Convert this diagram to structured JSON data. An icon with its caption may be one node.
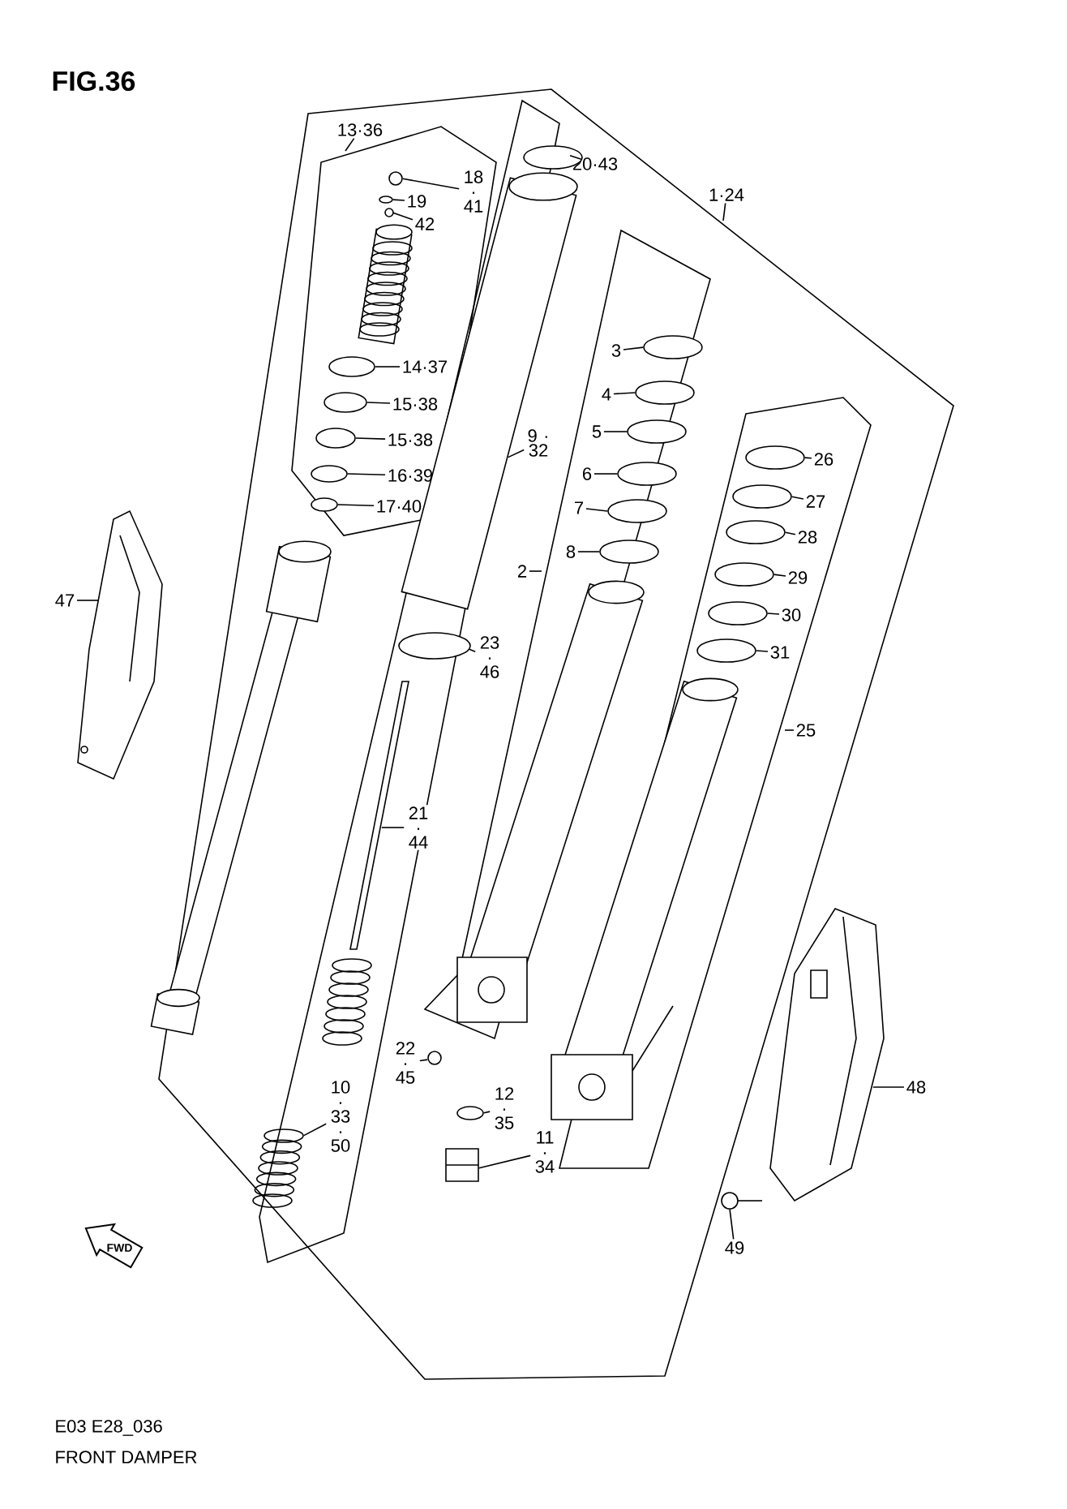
{
  "diagram": {
    "title": "FIG.36",
    "caption": "FRONT DAMPER",
    "nodes": [
      {
        "text": [
          "13·36"
        ]
      },
      {
        "text": [
          "18 · 41"
        ]
      },
      {
        "text": [
          "19"
        ]
      },
      {
        "text": [
          "42"
        ]
      },
      {
        "text": [
          "20·43"
        ]
      },
      {
        "text": [
          "1·24"
        ]
      },
      {
        "text": [
          "14·37"
        ]
      },
      {
        "text": [
          "15·38"
        ]
      },
      {
        "text": [
          "15·38"
        ]
      },
      {
        "text": [
          "16·39"
        ]
      },
      {
        "text": [
          "17·40"
        ]
      },
      {
        "text": [
          "9 · 32"
        ]
      },
      {
        "text": [
          "3"
        ]
      },
      {
        "text": [
          "4"
        ]
      },
      {
        "text": [
          "5"
        ]
      },
      {
        "text": [
          "6"
        ]
      },
      {
        "text": [
          "7"
        ]
      },
      {
        "text": [
          "8"
        ]
      },
      {
        "text": [
          "2"
        ]
      },
      {
        "text": [
          "26"
        ]
      },
      {
        "text": [
          "27"
        ]
      },
      {
        "text": [
          "28"
        ]
      },
      {
        "text": [
          "29"
        ]
      },
      {
        "text": [
          "30"
        ]
      },
      {
        "text": [
          "31"
        ]
      },
      {
        "text": [
          "25"
        ]
      },
      {
        "text": [
          "23 · 46"
        ]
      },
      {
        "text": [
          "21 · 44"
        ]
      },
      {
        "text": [
          "47"
        ]
      },
      {
        "text": [
          "22 · 45"
        ]
      },
      {
        "text": [
          "12 · 35"
        ]
      },
      {
        "text": [
          "11 · 34"
        ]
      },
      {
        "text": [
          "10 · 33 · 50"
        ]
      },
      {
        "text": [
          "48"
        ]
      },
      {
        "text": [
          "49"
        ]
      },
      {
        "text": [],
        "shape": "circle"
      },
      {
        "text": [],
        "shape": "circle"
      },
      {
        "text": [],
        "shape": "circle"
      },
      {
        "text": [],
        "shape": "circle"
      },
      {
        "text": [],
        "shape": "circle"
      },
      {
        "text": [],
        "shape": "circle"
      },
      {
        "text": [],
        "shape": "circle"
      },
      {
        "text": [],
        "shape": "circle"
      },
      {
        "text": [],
        "shape": "circle"
      },
      {
        "text": [],
        "shape": "picture"
      },
      {
        "text": [],
        "shape": "circle"
      },
      {
        "text": [],
        "shape": "circle"
      },
      {
        "text": [],
        "shape": "circle"
      },
      {
        "text": [],
        "shape": "circle"
      },
      {
        "text": [],
        "shape": "circle"
      },
      {
        "text": [],
        "shape": "circle"
      },
      {
        "text": [],
        "shape": "picture"
      },
      {
        "text": [],
        "shape": "circle"
      },
      {
        "text": [],
        "shape": "circle"
      },
      {
        "text": [],
        "shape": "circle"
      },
      {
        "text": [],
        "shape": "circle"
      },
      {
        "text": [],
        "shape": "circle"
      },
      {
        "text": [],
        "shape": "circle"
      },
      {
        "text": [],
        "shape": "picture"
      },
      {
        "text": [],
        "shape": "circle"
      },
      {
        "text": [],
        "shape": "bar"
      },
      {
        "text": [],
        "shape": "picture"
      },
      {
        "text": [],
        "shape": "circle"
      },
      {
        "text": [],
        "shape": "circle"
      },
      {
        "text": [],
        "shape": "box"
      },
      {
        "text": [],
        "shape": "picture"
      },
      {
        "text": [],
        "shape": "picture"
      },
      {
        "text": [],
        "shape": "picture"
      },
      {
        "text": [],
        "shape": "picture"
      },
      {
        "text": [],
        "shape": "picture"
      },
      {
        "text": [],
        "shape": "picture"
      }
    ],
    "edges": [
      {
        "from": 0,
        "to": null,
        "arrow": "none"
      },
      {
        "from": 1,
        "to": 35,
        "arrow": "none"
      },
      {
        "from": 2,
        "to": 36,
        "arrow": "none"
      },
      {
        "from": 3,
        "to": 37,
        "arrow": "none"
      },
      {
        "from": 4,
        "to": 38,
        "arrow": "none"
      },
      {
        "from": 5,
        "to": null,
        "arrow": "none"
      },
      {
        "from": 6,
        "to": 39,
        "arrow": "none"
      },
      {
        "from": 7,
        "to": 40,
        "arrow": "none"
      },
      {
        "from": 8,
        "to": 41,
        "arrow": "none"
      },
      {
        "from": 9,
        "to": 42,
        "arrow": "none"
      },
      {
        "from": 10,
        "to": 43,
        "arrow": "none"
      },
      {
        "from": 11,
        "to": 44,
        "arrow": "none"
      },
      {
        "from": 12,
        "to": 45,
        "arrow": "none"
      },
      {
        "from": 13,
        "to": 46,
        "arrow": "none"
      },
      {
        "from": 14,
        "to": 47,
        "arrow": "none"
      },
      {
        "from": 15,
        "to": 48,
        "arrow": "none"
      },
      {
        "from": 16,
        "to": 49,
        "arrow": "none"
      },
      {
        "from": 17,
        "to": 50,
        "arrow": "none"
      },
      {
        "from": 18,
        "to": null,
        "arrow": "none"
      },
      {
        "from": 19,
        "to": 52,
        "arrow": "none"
      },
      {
        "from": 20,
        "to": 53,
        "arrow": "none"
      },
      {
        "from": 21,
        "to": 54,
        "arrow": "none"
      },
      {
        "from": 22,
        "to": 55,
        "arrow": "none"
      },
      {
        "from": 23,
        "to": 56,
        "arrow": "none"
      },
      {
        "from": 24,
        "to": 57,
        "arrow": "none"
      },
      {
        "from": 25,
        "to": null,
        "arrow": "none"
      },
      {
        "from": 26,
        "to": 59,
        "arrow": "none"
      },
      {
        "from": 27,
        "to": 60,
        "arrow": "none"
      },
      {
        "from": 28,
        "to": 61,
        "arrow": "none"
      },
      {
        "from": 29,
        "to": 62,
        "arrow": "none"
      },
      {
        "from": 30,
        "to": 63,
        "arrow": "none"
      },
      {
        "from": 31,
        "to": 64,
        "arrow": "none"
      },
      {
        "from": 32,
        "to": 65,
        "arrow": "none"
      },
      {
        "from": 33,
        "to": 69,
        "arrow": "none"
      },
      {
        "from": 34,
        "to": 70,
        "arrow": "none"
      }
    ],
    "labels": [
      "FWD",
      "E03 E28_036"
    ]
  }
}
